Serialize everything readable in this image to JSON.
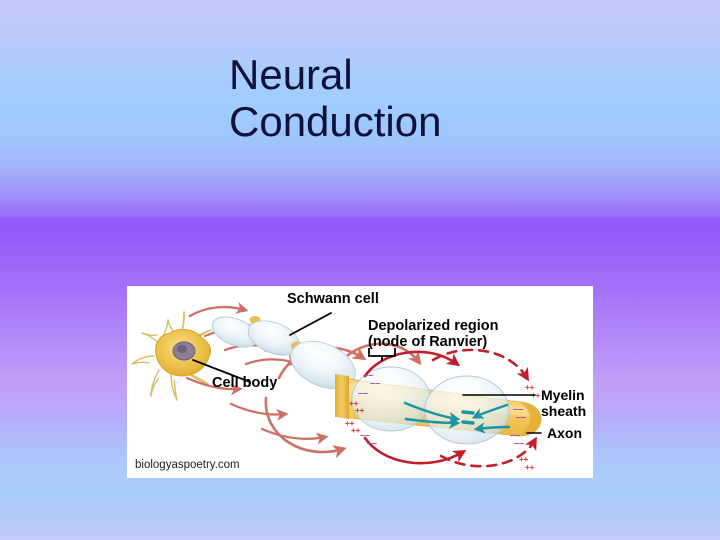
{
  "slide": {
    "title_line1": "Neural",
    "title_line2": "Conduction",
    "background_top_color": "#c6c9fb",
    "background_mid_color": "#8f5cf9",
    "background_bottom_color": "#c8cefb",
    "title_color": "#10103a"
  },
  "diagram": {
    "panel_background": "#ffffff",
    "watermark": "biologyaspoetry.com",
    "labels": {
      "schwann_cell": "Schwann cell",
      "cell_body": "Cell body",
      "depolarized_line1": "Depolarized region",
      "depolarized_line2": "(node of Ranvier)",
      "myelin_line1": "Myelin",
      "myelin_line2": "sheath",
      "axon": "Axon"
    },
    "charges": {
      "plus": "++",
      "minus": "––"
    },
    "colors": {
      "soma": "#e8b83c",
      "soma_light": "#f3d469",
      "nucleus": "#7d6b86",
      "myelin": "#e4eef3",
      "myelin_shade": "#c7d9e2",
      "axon": "#f6cf6e",
      "axon_light": "#fae4a5",
      "node_gold": "#e8b83c",
      "salmon_arrow": "#d0776a",
      "crimson_arrow": "#c21f2c",
      "teal_arrow": "#1b95a6",
      "positive_charge": "#e02b20",
      "negative_charge": "#b03fbf"
    }
  }
}
